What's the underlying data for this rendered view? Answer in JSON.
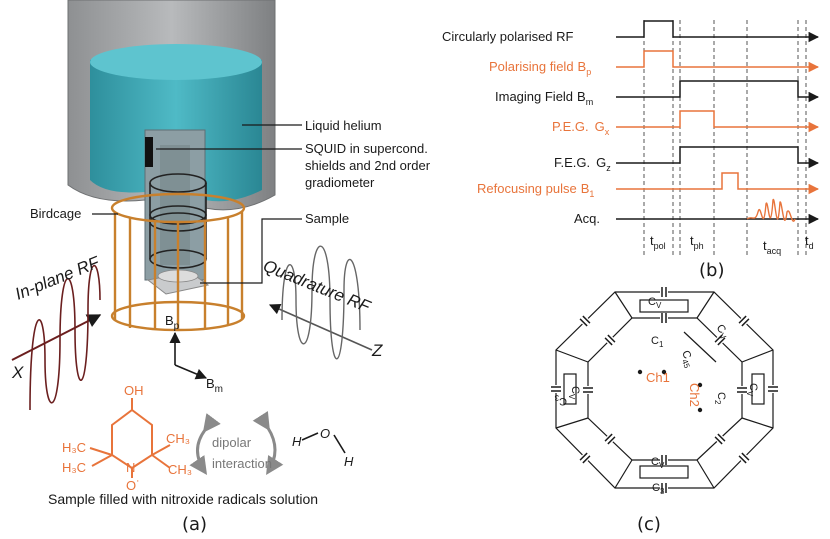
{
  "panel_a": {
    "caption": "(a)",
    "liquid_helium": "Liquid helium",
    "squid_line1": "SQUID in supercond.",
    "squid_line2": "shields and 2nd order",
    "squid_line3": "gradiometer",
    "birdcage": "Birdcage",
    "sample": "Sample",
    "in_plane_rf": "In-plane RF",
    "quadrature_rf": "Quadrature RF",
    "axis_x": "X",
    "axis_z": "Z",
    "b_p": "B",
    "b_p_sub": "p",
    "b_m": "B",
    "b_m_sub": "m",
    "molecule": {
      "oh": "OH",
      "h3c_1": "H₃C",
      "h3c_2": "H₃C",
      "ch3_1": "CH₃",
      "ch3_2": "CH₃",
      "n": "N",
      "o_rad": "O˙"
    },
    "dipolar": "dipolar",
    "interaction": "interaction",
    "water_h1": "H",
    "water_o": "O",
    "water_h2": "H",
    "sample_caption": "Sample filled with nitroxide radicals solution",
    "colors": {
      "helium": "#3aa6b4",
      "copper": "#c8802d",
      "cryostat": "#9a9c9e",
      "radical": "#e8743b",
      "in_plane": "#6b1f1f"
    }
  },
  "panel_b": {
    "caption": "(b)",
    "rows": [
      {
        "label": "Circularly polarised RF",
        "sym": "",
        "sub": "",
        "color": "black"
      },
      {
        "label": "Polarising field",
        "sym": "B",
        "sub": "p",
        "color": "orange"
      },
      {
        "label": "Imaging Field",
        "sym": "B",
        "sub": "m",
        "color": "black"
      },
      {
        "label": "P.E.G.",
        "sym": "G",
        "sub": "x",
        "color": "orange"
      },
      {
        "label": "F.E.G.",
        "sym": "G",
        "sub": "z",
        "color": "black"
      },
      {
        "label": "Refocusing pulse",
        "sym": "B",
        "sub": "1",
        "color": "orange"
      },
      {
        "label": "Acq.",
        "sym": "",
        "sub": "",
        "color": "black"
      }
    ],
    "time_labels": [
      {
        "t": "t",
        "sub": "pol"
      },
      {
        "t": "t",
        "sub": "ph"
      },
      {
        "t": "t",
        "sub": "acq"
      },
      {
        "t": "t",
        "sub": "d"
      }
    ],
    "colors": {
      "orange": "#e8743b",
      "black": "#1a1a1a"
    }
  },
  "panel_c": {
    "caption": "(c)",
    "labels": {
      "cv_top": "C",
      "cv_sub": "V",
      "c1": "C",
      "c1_sub": "1",
      "c45": "C",
      "c45_sub": "45",
      "cv_diag": "C",
      "c3_left": "C",
      "c3_left_sub": "3",
      "cv_left": "C",
      "c2": "C",
      "c2_sub": "2",
      "cv_right": "C",
      "cv_bottom": "C",
      "c3_bottom": "C",
      "c3_bottom_sub": "3",
      "ch1": "Ch1",
      "ch2": "Ch2"
    }
  }
}
